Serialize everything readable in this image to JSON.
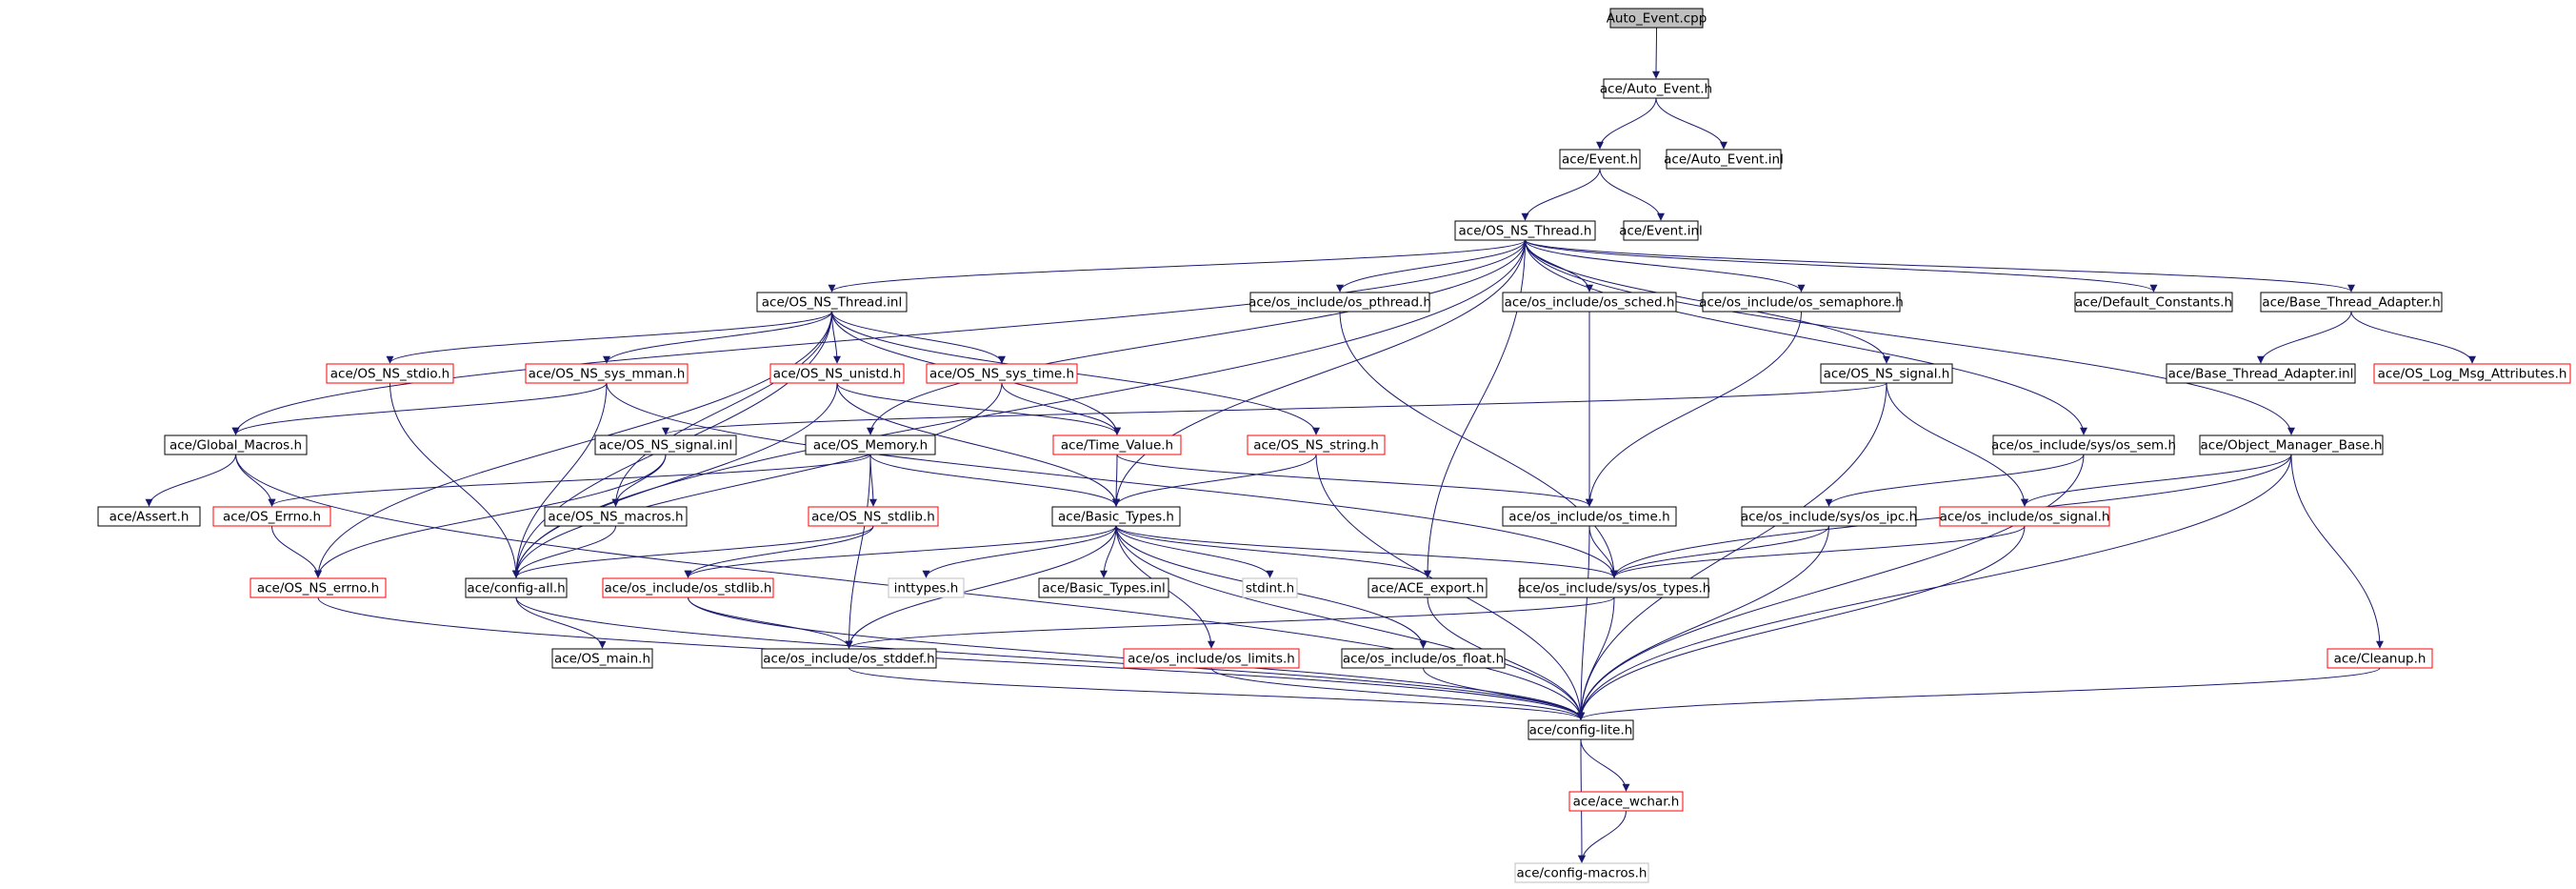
{
  "nodes": {
    "auto_event_cpp": "Auto_Event.cpp",
    "auto_event_h": "ace/Auto_Event.h",
    "event_h": "ace/Event.h",
    "auto_event_inl": "ace/Auto_Event.inl",
    "os_ns_thread_h": "ace/OS_NS_Thread.h",
    "event_inl": "ace/Event.inl",
    "os_ns_thread_inl": "ace/OS_NS_Thread.inl",
    "os_pthread_h": "ace/os_include/os_pthread.h",
    "os_sched_h": "ace/os_include/os_sched.h",
    "os_semaphore_h": "ace/os_include/os_semaphore.h",
    "default_constants_h": "ace/Default_Constants.h",
    "base_thread_adapter_h": "ace/Base_Thread_Adapter.h",
    "os_ns_stdio_h": "ace/OS_NS_stdio.h",
    "os_ns_sys_mman_h": "ace/OS_NS_sys_mman.h",
    "os_ns_unistd_h": "ace/OS_NS_unistd.h",
    "os_ns_sys_time_h": "ace/OS_NS_sys_time.h",
    "os_ns_signal_h": "ace/OS_NS_signal.h",
    "base_thread_adapter_inl": "ace/Base_Thread_Adapter.inl",
    "os_log_msg_attributes_h": "ace/OS_Log_Msg_Attributes.h",
    "global_macros_h": "ace/Global_Macros.h",
    "os_ns_signal_inl": "ace/OS_NS_signal.inl",
    "os_memory_h": "ace/OS_Memory.h",
    "time_value_h": "ace/Time_Value.h",
    "os_ns_string_h": "ace/OS_NS_string.h",
    "os_sem_h": "ace/os_include/sys/os_sem.h",
    "object_manager_base_h": "ace/Object_Manager_Base.h",
    "assert_h": "ace/Assert.h",
    "os_errno_h": "ace/OS_Errno.h",
    "os_ns_macros_h": "ace/OS_NS_macros.h",
    "os_ns_stdlib_h": "ace/OS_NS_stdlib.h",
    "basic_types_h": "ace/Basic_Types.h",
    "os_time_h": "ace/os_include/os_time.h",
    "os_ipc_h": "ace/os_include/sys/os_ipc.h",
    "os_signal_h": "ace/os_include/os_signal.h",
    "os_ns_errno_h": "ace/OS_NS_errno.h",
    "config_all_h": "ace/config-all.h",
    "os_stdlib_h": "ace/os_include/os_stdlib.h",
    "inttypes_h": "inttypes.h",
    "basic_types_inl": "ace/Basic_Types.inl",
    "stdint_h": "stdint.h",
    "ace_export_h": "ace/ACE_export.h",
    "os_types_h": "ace/os_include/sys/os_types.h",
    "os_main_h": "ace/OS_main.h",
    "os_stddef_h": "ace/os_include/os_stddef.h",
    "os_limits_h": "ace/os_include/os_limits.h",
    "os_float_h": "ace/os_include/os_float.h",
    "cleanup_h": "ace/Cleanup.h",
    "config_lite_h": "ace/config-lite.h",
    "ace_wchar_h": "ace/ace_wchar.h",
    "config_macros_h": "ace/config-macros.h"
  },
  "colors": {
    "edge": "#191970",
    "border_default": "#000000",
    "border_truncated": "#ff0000",
    "border_external": "#bfbfbf",
    "root_fill": "#bfbfbf",
    "text": "#000000"
  }
}
